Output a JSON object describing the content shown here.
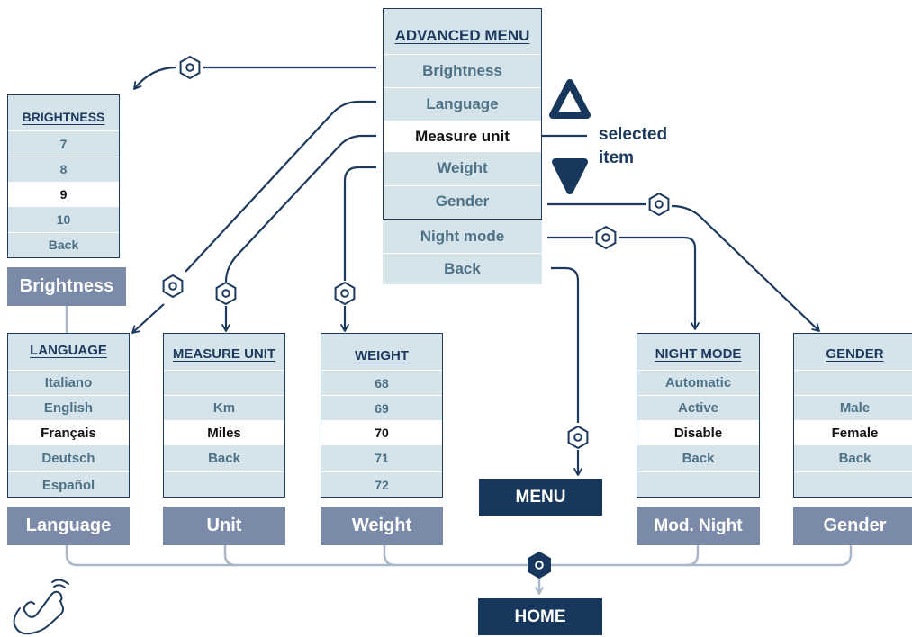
{
  "advanced_menu": {
    "title": "ADVANCED MENU",
    "items": [
      "Brightness",
      "Language",
      "Measure unit",
      "Weight",
      "Gender",
      "Night mode",
      "Back"
    ],
    "selected_index": 2
  },
  "submenus": {
    "brightness": {
      "title": "BRIGHTNESS",
      "items": [
        "7",
        "8",
        "9",
        "10",
        "Back"
      ],
      "selected_index": 2
    },
    "language": {
      "title": "LANGUAGE",
      "items": [
        "Italiano",
        "English",
        "Français",
        "Deutsch",
        "Español"
      ],
      "selected_index": 2
    },
    "measure_unit": {
      "title": "MEASURE UNIT",
      "items": [
        "",
        "Km",
        "Miles",
        "Back",
        ""
      ],
      "selected_index": 2
    },
    "weight": {
      "title": "WEIGHT",
      "items": [
        "68",
        "69",
        "70",
        "71",
        "72"
      ],
      "selected_index": 2
    },
    "night_mode": {
      "title": "NIGHT MODE",
      "items": [
        "Automatic",
        "Active",
        "Disable",
        "Back",
        ""
      ],
      "selected_index": 2
    },
    "gender": {
      "title": "GENDER",
      "items": [
        "",
        "Male",
        "Female",
        "Back",
        ""
      ],
      "selected_index": 2
    }
  },
  "labels": {
    "brightness": "Brightness",
    "language": "Language",
    "unit": "Unit",
    "weight": "Weight",
    "night": "Mod. Night",
    "gender": "Gender",
    "menu": "MENU",
    "home": "HOME"
  },
  "annotation": {
    "line1": "selected",
    "line2": "item"
  },
  "icons": {
    "up": "triangle-up-icon",
    "down": "triangle-down-icon",
    "button": "hexagon-button-icon",
    "hand": "hand-pointer-icon"
  },
  "colors": {
    "menu_bg": "#d5e4eb",
    "menu_text": "#4e7186",
    "title_text": "#1d3a5e",
    "label_bg": "#7a8aa8",
    "dark_label_bg": "#17375c",
    "wire_dark": "#1d3a5e",
    "wire_light": "#a9b8c8"
  }
}
